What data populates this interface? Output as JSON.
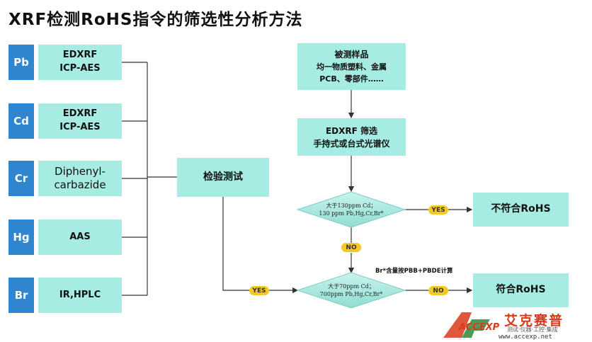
{
  "title": "XRF检测RoHS指令的筛选性分析方法",
  "elements": [
    {
      "symbol": "Pb",
      "methods": [
        "EDXRF",
        "ICP-AES"
      ]
    },
    {
      "symbol": "Cd",
      "methods": [
        "EDXRF",
        "ICP-AES"
      ]
    },
    {
      "symbol": "Cr",
      "methods": [
        "Diphenyl-",
        "carbazide"
      ]
    },
    {
      "symbol": "Hg",
      "methods": [
        "AAS"
      ]
    },
    {
      "symbol": "Br",
      "methods": [
        "IR,HPLC"
      ]
    }
  ],
  "test_box": "检验测试",
  "sample_box": [
    "被测样品",
    "均一物质塑料、金属",
    "PCB、零部件……"
  ],
  "screen_box": [
    "EDXRF 筛选",
    "手持式或台式光谱仪"
  ],
  "decision1": [
    "大于130ppm Cd；",
    "130 ppm Pb,Hg,Cr,Br*"
  ],
  "decision2": [
    "大于70ppm Cd；",
    "700ppm Pb,Hg,Cr,Br*"
  ],
  "result_fail": "不符合RoHS",
  "result_pass": "符合RoHS",
  "labels": {
    "yes": "YES",
    "no": "NO"
  },
  "note": "Br*含量按PBB+PBDE计算",
  "watermark": {
    "brand_cn": "艾克赛普",
    "brand_en": "ACCEXP",
    "tagline": "测试·仪器·工控·集成",
    "url": "www.accexp.net"
  },
  "colors": {
    "element": "#2f86cf",
    "box": "#a6ece3",
    "pill": "#f3c928",
    "line": "#333333"
  }
}
